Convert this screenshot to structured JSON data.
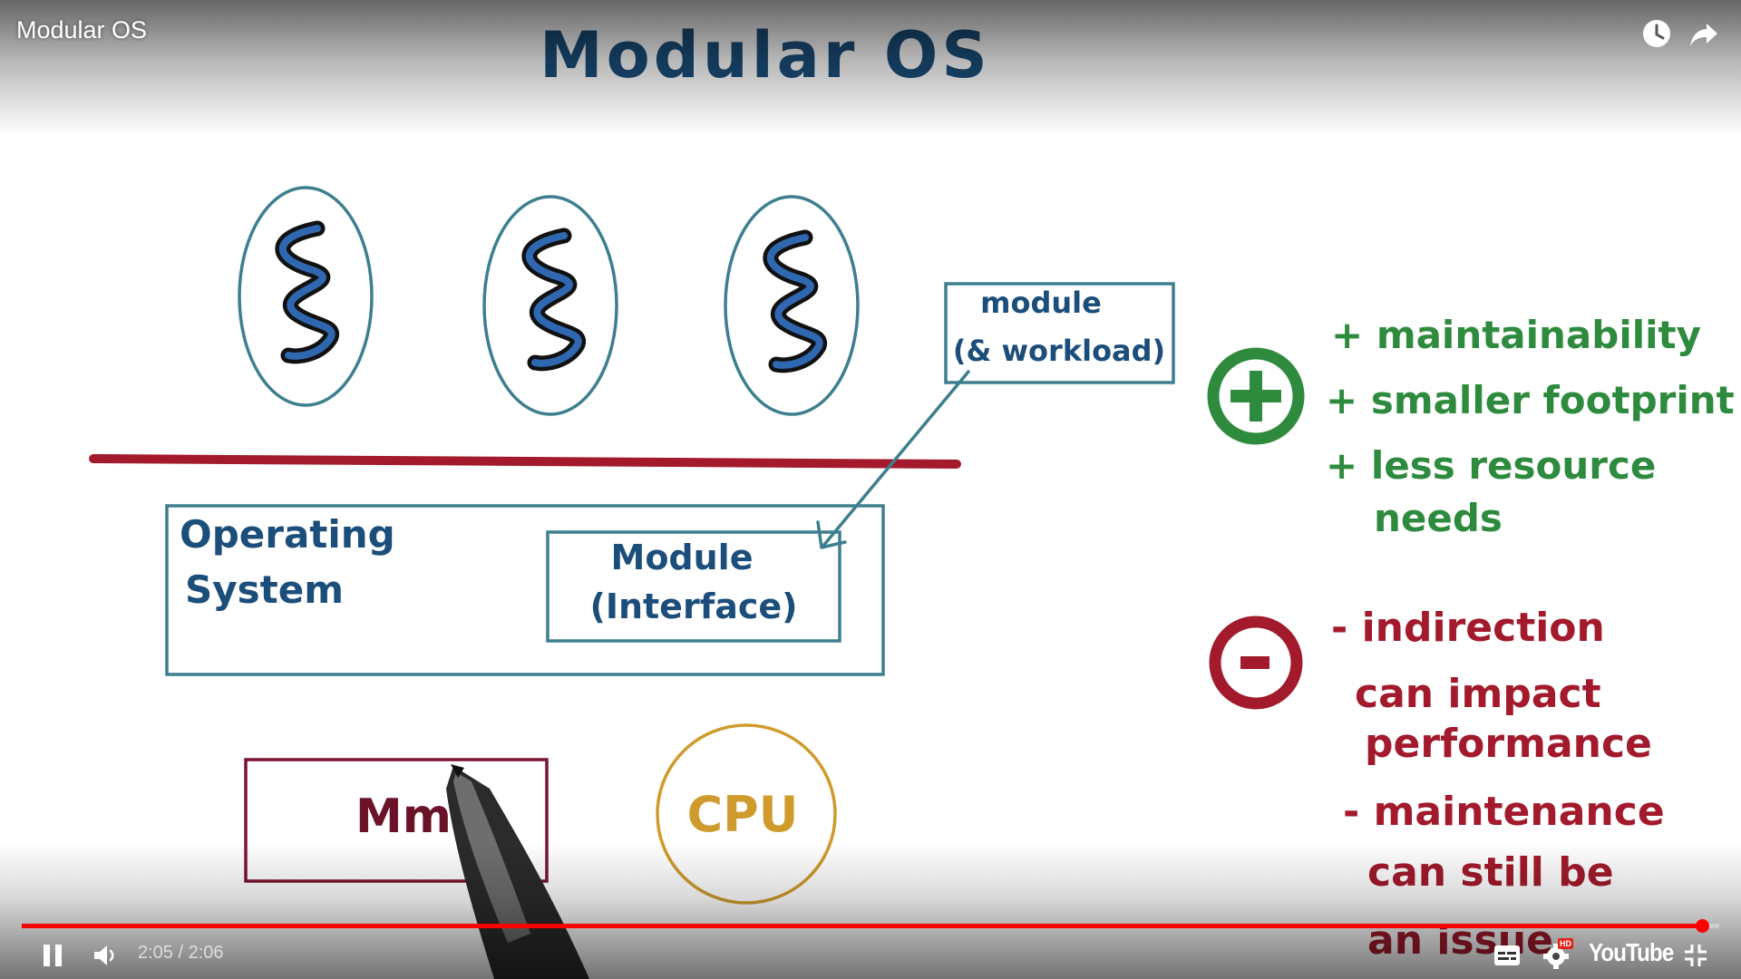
{
  "video": {
    "title": "Modular OS"
  },
  "board": {
    "heading": "Modular OS",
    "module_workload_line1": "module",
    "module_workload_line2": "(& workload)",
    "os_label_line1": "Operating",
    "os_label_line2": "System",
    "module_interface_line1": "Module",
    "module_interface_line2": "(Interface)",
    "memory_label": "Mm",
    "cpu_label": "CPU",
    "pros": [
      "+ maintainability",
      "+ smaller footprint",
      "+ less resource",
      "needs"
    ],
    "cons": [
      "- indirection",
      "can impact",
      "performance",
      "- maintenance",
      "can still be",
      "an issue"
    ]
  },
  "controls": {
    "time_display": "2:05 / 2:06",
    "progress_percent": 99,
    "logo_text": "YouTube",
    "hd_badge": "HD"
  },
  "colors": {
    "accent_red": "#ff0000",
    "ink_blue": "#1b4e7a",
    "ink_teal": "#3d7f8e",
    "ink_green": "#2e8b3e",
    "ink_red": "#a21a2c",
    "ink_maroon": "#7a1530",
    "ink_gold": "#cf9b2c"
  },
  "icons": {
    "watch_later": "clock-icon",
    "share": "share-arrow-icon",
    "play_pause": "pause-icon",
    "volume": "volume-icon",
    "captions": "captions-icon",
    "settings": "gear-icon",
    "fullscreen": "exit-fullscreen-icon"
  }
}
